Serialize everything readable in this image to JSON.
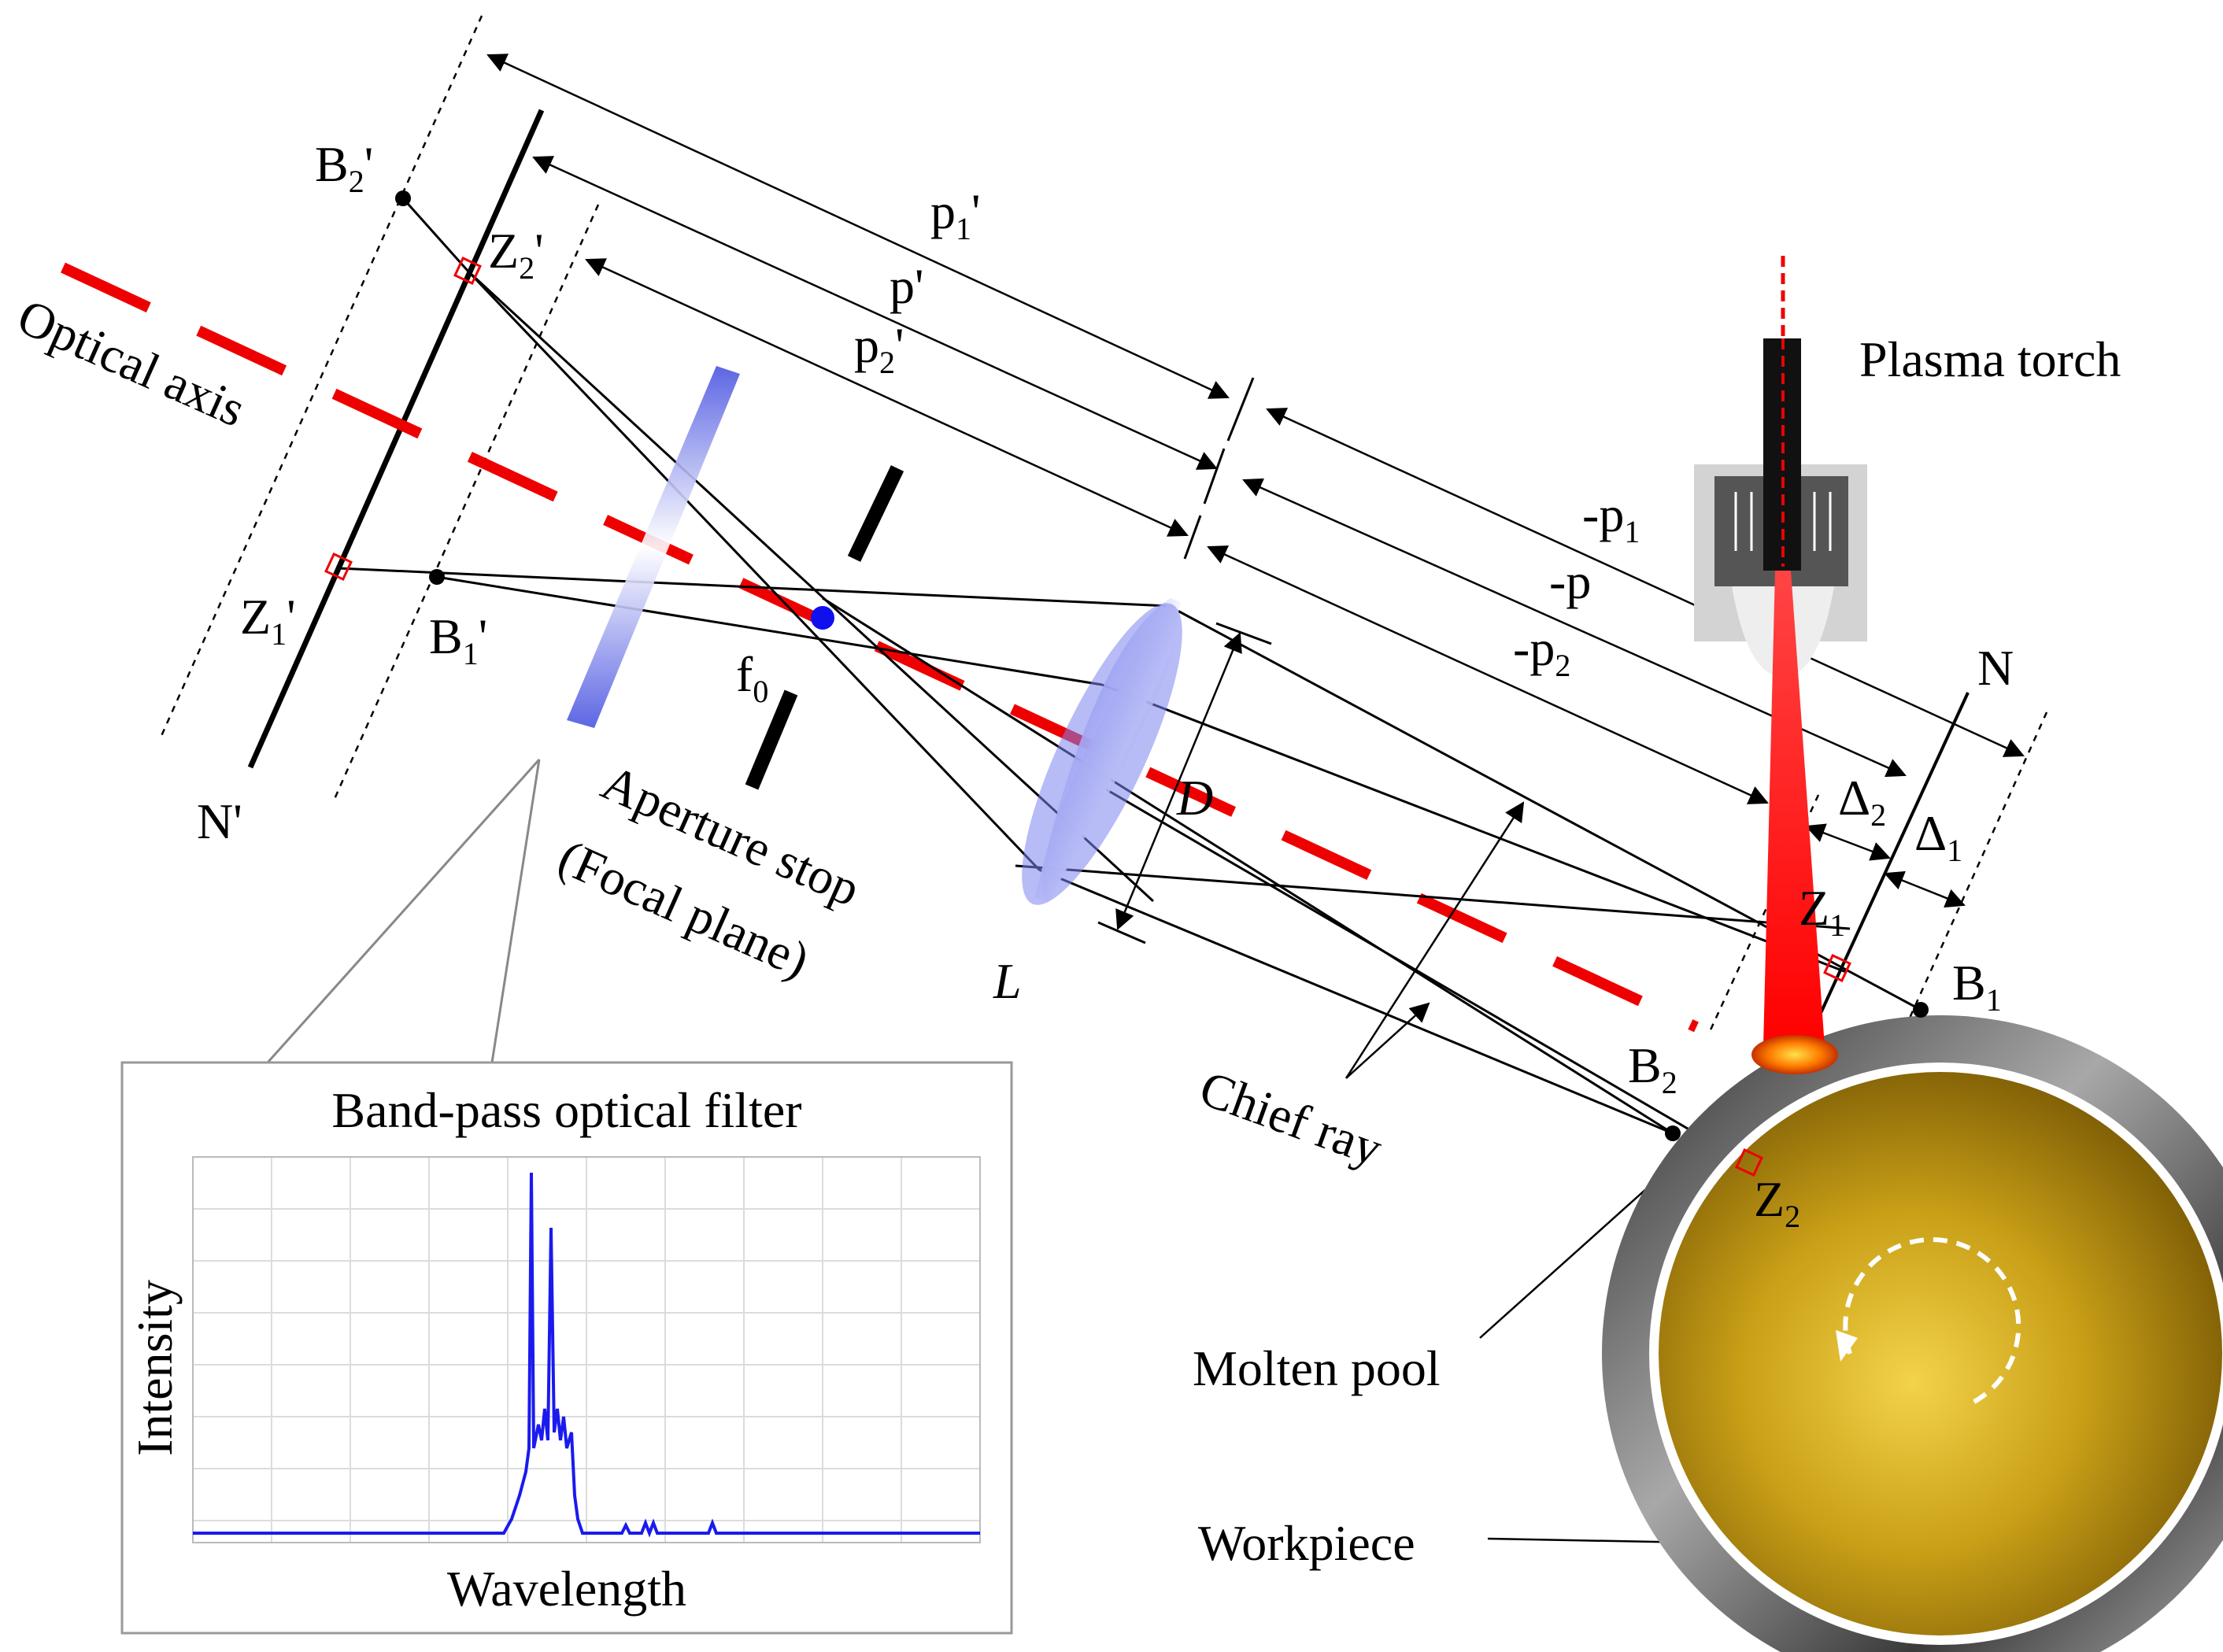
{
  "labels": {
    "optical_axis": "Optical axis",
    "plasma_torch": "Plasma torch",
    "aperture_stop_line1": "Aperture stop",
    "aperture_stop_line2": "(Focal plane)",
    "chief_ray": "Chief ray",
    "molten_pool": "Molten pool",
    "workpiece": "Workpiece",
    "lens": "L",
    "lens_diameter": "D",
    "focal": "f",
    "focal_sub": "0",
    "plane_n": "N",
    "plane_n_prime": "N'",
    "B2p": "B",
    "B2p_sub": "2",
    "B2p_prime": "'",
    "Z2p": "Z",
    "Z2p_sub": "2",
    "Z2p_prime": "'",
    "Z1p": "Z",
    "Z1p_sub": "1",
    "Z1p_prime": "'",
    "B1p": "B",
    "B1p_sub": "1",
    "B1p_prime": "'",
    "B1": "B",
    "B1_sub": "1",
    "B2": "B",
    "B2_sub": "2",
    "Z1": "Z",
    "Z1_sub": "1",
    "Z2": "Z",
    "Z2_sub": "2",
    "p1p": "p",
    "p1p_sub": "1",
    "p1p_prime": "'",
    "pp": "p'",
    "p2p": "p",
    "p2p_sub": "2",
    "p2p_prime": "'",
    "mp1": "-p",
    "mp1_sub": "1",
    "mp": "-p",
    "mp2": "-p",
    "mp2_sub": "2",
    "d2": "Δ",
    "d2_sub": "2",
    "d1": "Δ",
    "d1_sub": "1"
  },
  "inset": {
    "title": "Band-pass optical filter",
    "ylabel": "Intensity",
    "xlabel": "Wavelength"
  },
  "colors": {
    "optical_axis": "#ee0000",
    "filter": "#5b63e6",
    "lens": "#6f78ee",
    "spectrum": "#1a1aee",
    "workpiece_gold": "#c9a017",
    "workpiece_rim": "#6d6d6d",
    "plasma": "#ff1a1a"
  }
}
